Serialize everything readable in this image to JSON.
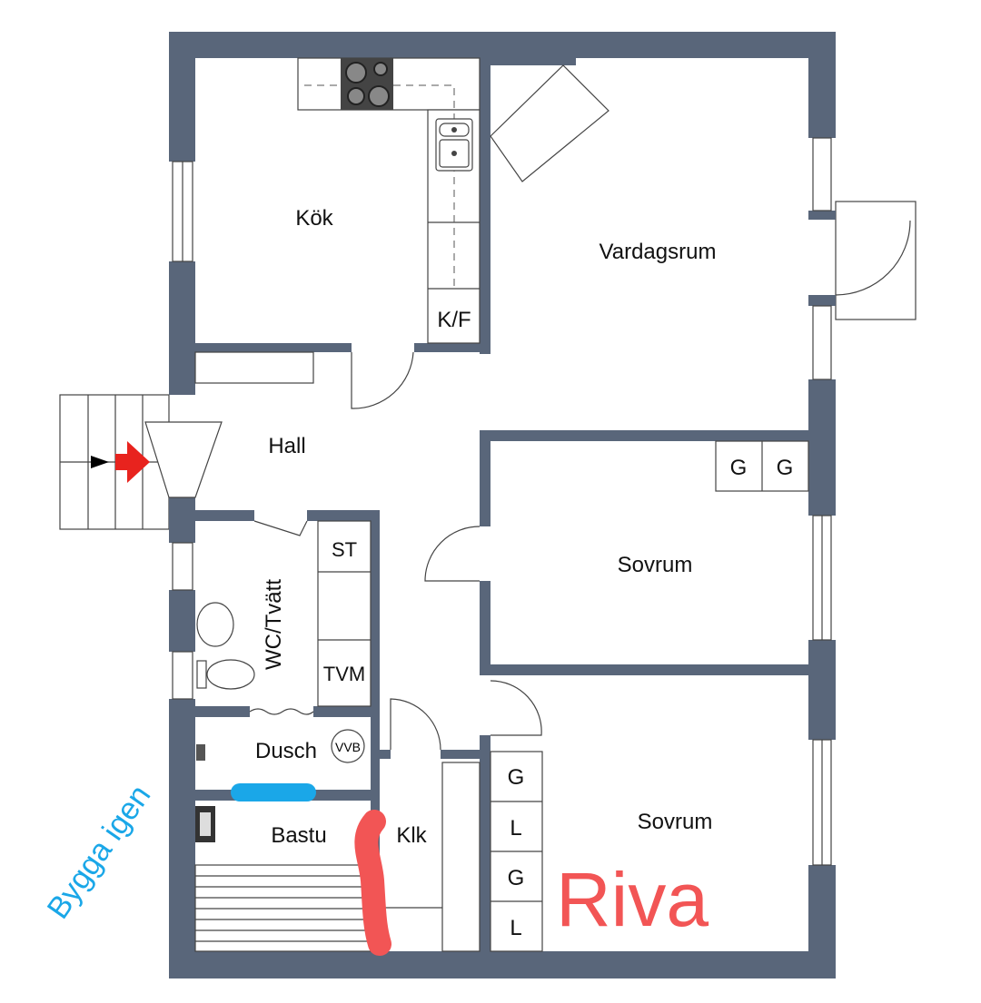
{
  "rooms": {
    "kitchen": "Kök",
    "living": "Vardagsrum",
    "hall": "Hall",
    "wc": "WC/Tvätt",
    "shower": "Dusch",
    "sauna": "Bastu",
    "closet": "Klk",
    "bedroom1": "Sovrum",
    "bedroom2": "Sovrum"
  },
  "fixtures": {
    "fridge": "K/F",
    "st": "ST",
    "tvm": "TVM",
    "vvb": "VVB",
    "wardrobe1": [
      "G",
      "G"
    ],
    "wardrobe2": [
      "G",
      "L",
      "G",
      "L"
    ]
  },
  "annotations": {
    "rebuild": "Bygga igen",
    "demolish": "Riva",
    "rebuild_color": "#1aa7e8",
    "demolish_color": "#f25555"
  },
  "colors": {
    "wall": "#59667a"
  }
}
